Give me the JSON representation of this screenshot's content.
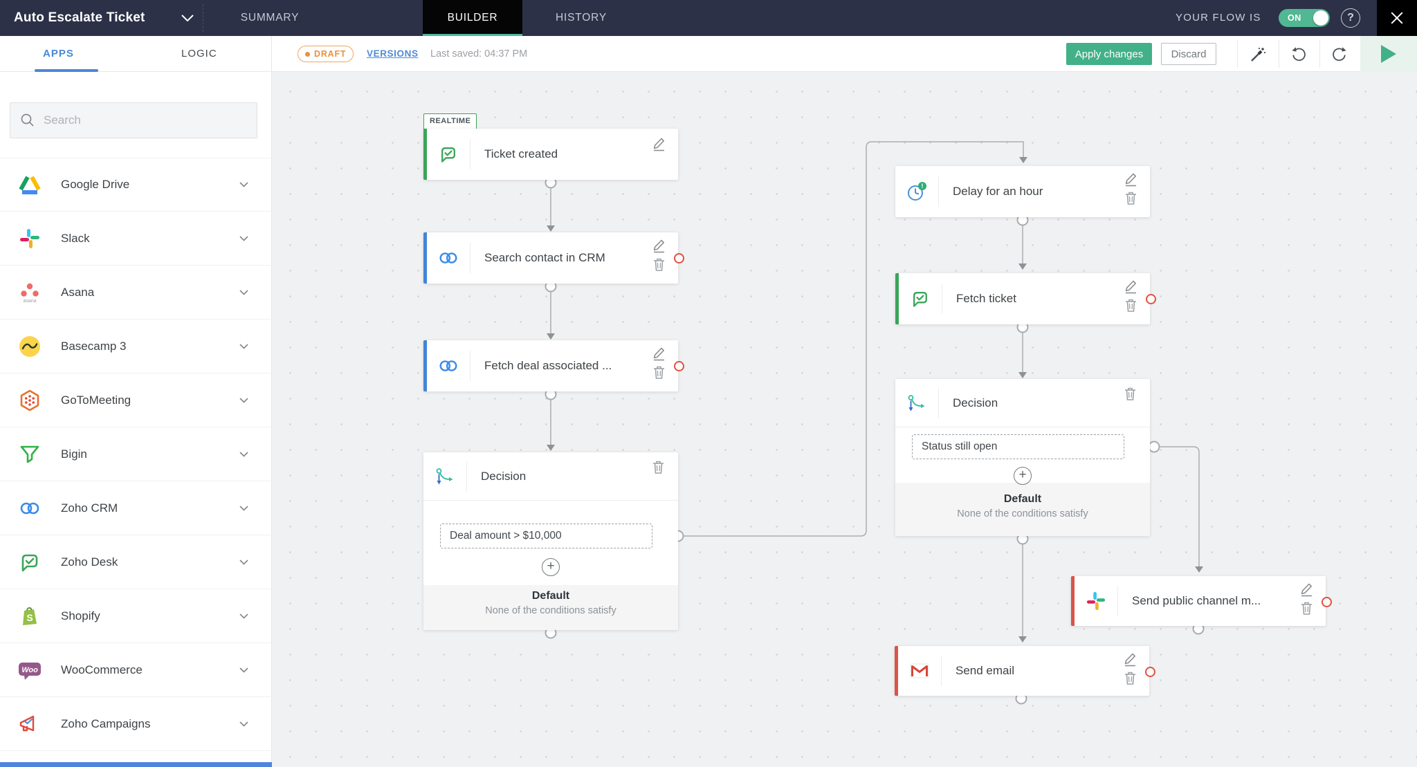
{
  "header": {
    "title": "Auto Escalate Ticket",
    "tabs": {
      "summary": "SUMMARY",
      "builder": "BUILDER",
      "history": "HISTORY"
    },
    "flow_status_label": "YOUR FLOW IS",
    "toggle_state": "ON",
    "help_glyph": "?"
  },
  "toolbar": {
    "draft_badge": "DRAFT",
    "versions_label": "VERSIONS",
    "last_saved": "Last saved: 04:37 PM",
    "apply_label": "Apply changes",
    "discard_label": "Discard"
  },
  "sidebar": {
    "tabs": {
      "apps": "APPS",
      "logic": "LOGIC"
    },
    "search_placeholder": "Search",
    "apps": [
      {
        "name": "Google Drive",
        "icon": "google-drive-icon"
      },
      {
        "name": "Slack",
        "icon": "slack-icon"
      },
      {
        "name": "Asana",
        "icon": "asana-icon"
      },
      {
        "name": "Basecamp 3",
        "icon": "basecamp-icon"
      },
      {
        "name": "GoToMeeting",
        "icon": "gotomeeting-icon"
      },
      {
        "name": "Bigin",
        "icon": "bigin-icon"
      },
      {
        "name": "Zoho CRM",
        "icon": "zoho-crm-icon"
      },
      {
        "name": "Zoho Desk",
        "icon": "zoho-desk-icon"
      },
      {
        "name": "Shopify",
        "icon": "shopify-icon"
      },
      {
        "name": "WooCommerce",
        "icon": "woocommerce-icon"
      },
      {
        "name": "Zoho Campaigns",
        "icon": "zoho-campaigns-icon"
      }
    ],
    "asana_wordmark": "asana",
    "woo_wordmark": "Woo",
    "shopify_letter": "S"
  },
  "canvas": {
    "realtime_tag": "REALTIME",
    "nodes": {
      "ticket_created": {
        "label": "Ticket created",
        "app": "zoho-desk"
      },
      "search_contact": {
        "label": "Search contact in CRM",
        "app": "zoho-crm"
      },
      "fetch_deal": {
        "label": "Fetch deal associated ...",
        "app": "zoho-crm"
      },
      "decision1": {
        "label": "Decision",
        "condition": "Deal amount > $10,000",
        "default_title": "Default",
        "default_subtitle": "None of the conditions satisfy"
      },
      "delay": {
        "label": "Delay for an hour"
      },
      "fetch_ticket": {
        "label": "Fetch ticket",
        "app": "zoho-desk"
      },
      "decision2": {
        "label": "Decision",
        "condition": "Status still open",
        "default_title": "Default",
        "default_subtitle": "None of the conditions satisfy"
      },
      "send_public": {
        "label": "Send public channel m...",
        "app": "slack"
      },
      "send_email": {
        "label": "Send email",
        "app": "gmail"
      }
    },
    "plus_glyph": "+"
  },
  "colors": {
    "topbar": "#2c3147",
    "builder_tab_underline": "#4cb79a",
    "toggle_on": "#52b793",
    "apply_green": "#42b088",
    "link_blue": "#4d8bd8",
    "draft_orange": "#e8923f",
    "apps_tab_blue": "#4a87d8",
    "node_green": "#3aa558",
    "node_blue": "#4285d8",
    "node_red": "#d9544a",
    "wire_gray": "#aaadb0",
    "error_ring_red": "#e25041"
  }
}
